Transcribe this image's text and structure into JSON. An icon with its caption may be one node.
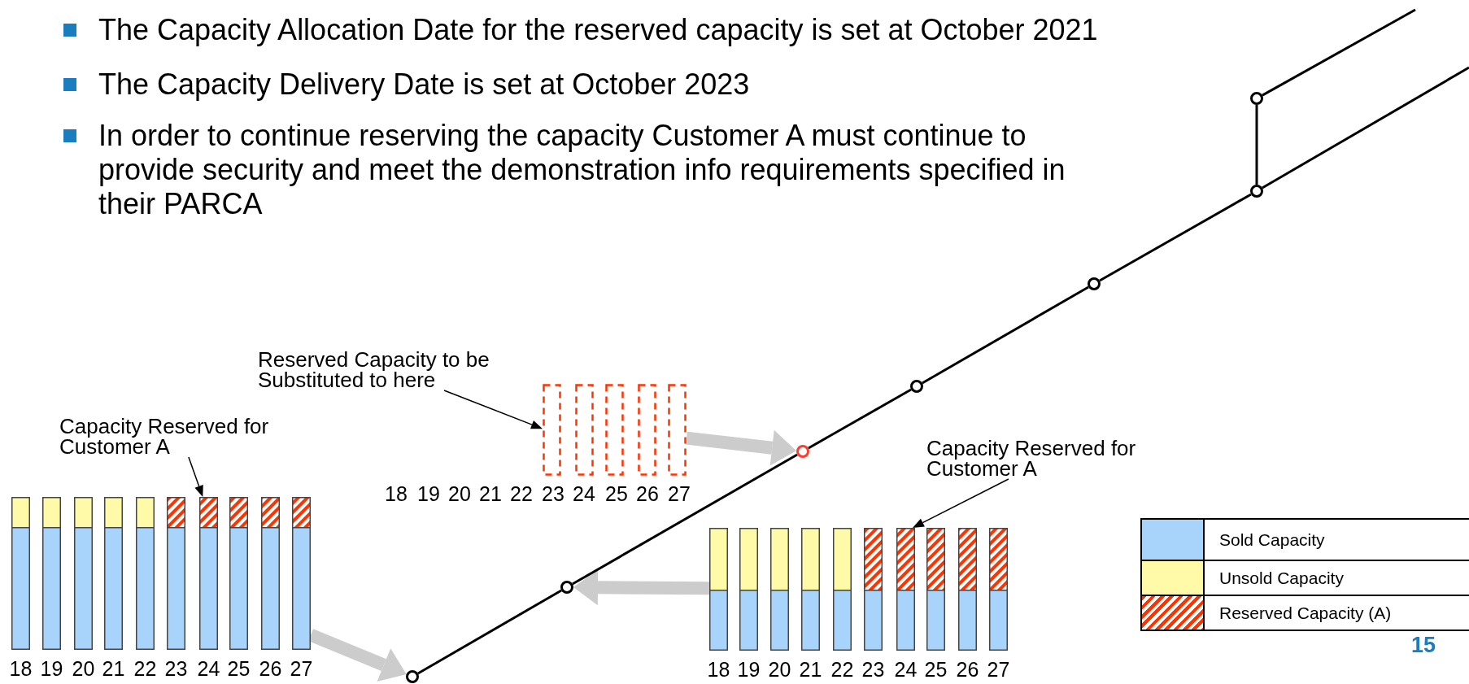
{
  "diagram": {
    "nodes": [
      {
        "text": [
          "Capacity Reserved for Customer A"
        ]
      },
      {
        "text": [],
        "shape": "bar",
        "beside": [
          "18",
          "19",
          "20",
          "21",
          "22",
          "23",
          "24",
          "25",
          "26",
          "27"
        ]
      },
      {
        "text": [
          "Reserved Capacity to be Substituted to here"
        ]
      },
      {
        "text": [],
        "shape": "bar",
        "beside": [
          "18",
          "19",
          "20",
          "21",
          "22",
          "23",
          "24",
          "25",
          "26",
          "27"
        ]
      },
      {
        "text": [
          "Capacity Reserved for Customer A"
        ]
      },
      {
        "text": [],
        "shape": "bar",
        "beside": [
          "18",
          "19",
          "20",
          "21",
          "22",
          "23",
          "24",
          "25",
          "26",
          "27"
        ]
      },
      {
        "text": [],
        "shape": "circle"
      },
      {
        "text": [],
        "shape": "circle"
      },
      {
        "text": [],
        "shape": "circle"
      },
      {
        "text": [],
        "shape": "circle"
      },
      {
        "text": [],
        "shape": "circle"
      },
      {
        "text": [],
        "shape": "circle"
      },
      {
        "text": [],
        "shape": "circle"
      }
    ],
    "edges": [
      {
        "from": 0,
        "to": 1,
        "arrow": "to"
      },
      {
        "from": 2,
        "to": 3,
        "arrow": "to"
      },
      {
        "from": 4,
        "to": 5,
        "arrow": "to"
      },
      {
        "from": 1,
        "to": 6,
        "arrow": "to",
        "style": "thick",
        "color": "#cccccc"
      },
      {
        "from": 5,
        "to": 7,
        "arrow": "to",
        "style": "thick",
        "color": "#cccccc"
      },
      {
        "from": 3,
        "to": 8,
        "arrow": "to",
        "style": "thick",
        "color": "#cccccc"
      },
      {
        "from": 6,
        "to": 7,
        "arrow": "none"
      },
      {
        "from": 7,
        "to": 8,
        "arrow": "none"
      },
      {
        "from": 8,
        "to": 9,
        "arrow": "none"
      },
      {
        "from": 9,
        "to": 10,
        "arrow": "none"
      },
      {
        "from": 10,
        "to": 11,
        "arrow": "none"
      },
      {
        "from": 11,
        "to": null,
        "arrow": "none"
      },
      {
        "from": 11,
        "to": 12,
        "arrow": "none"
      },
      {
        "from": 12,
        "to": null,
        "arrow": "none"
      }
    ],
    "labels": [
      "The Capacity Allocation Date for the reserved capacity is set at October 2021",
      "The Capacity Delivery Date is set at October 2023",
      "In order to continue reserving the capacity Customer A must continue to provide security and meet the demonstration info requirements specified in their PARCA",
      "15"
    ],
    "legend": [
      {
        "text": "Sold Capacity",
        "color": "#a8d4fb"
      },
      {
        "text": "Unsold Capacity",
        "color": "#fefaa8"
      },
      {
        "text": "Reserved Capacity (A)",
        "color": "#ff3300"
      }
    ]
  }
}
